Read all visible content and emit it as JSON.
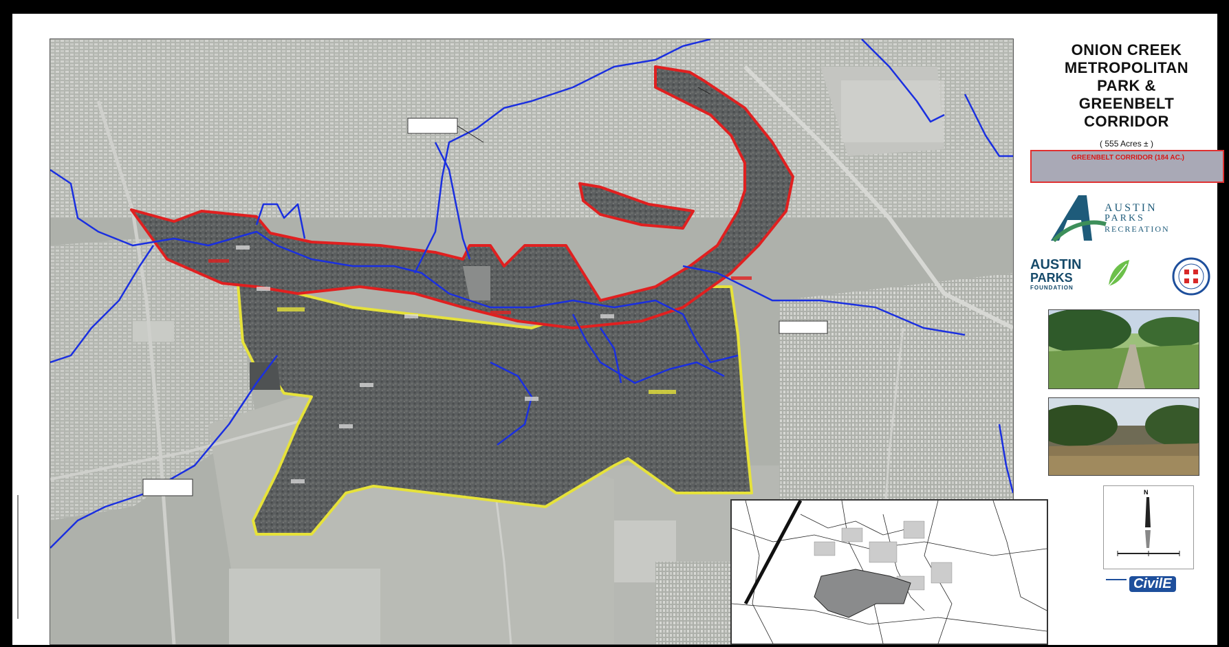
{
  "title": {
    "lines": [
      "ONION CREEK",
      "METROPOLITAN",
      "PARK &",
      "GREENBELT",
      "CORRIDOR"
    ],
    "acres": "( 555 Acres ± )"
  },
  "legend": {
    "greenbelt_label": "GREENBELT CORRIDOR (184 AC.)",
    "park_label": "",
    "greenbelt_color": "#e02020",
    "park_color": "#e6e23a"
  },
  "logos": {
    "austin_parks_rec": [
      "AUSTIN",
      "PARKS",
      "RECREATION"
    ],
    "apf": [
      "AUSTIN",
      "PARKS",
      "FOUNDATION"
    ],
    "engineer": "CivilE"
  },
  "map": {
    "creek_color": "#1a2fe0",
    "parcel_fill": "#55575a",
    "background": "#a9ada6"
  },
  "north_arrow": {
    "label": "N"
  }
}
